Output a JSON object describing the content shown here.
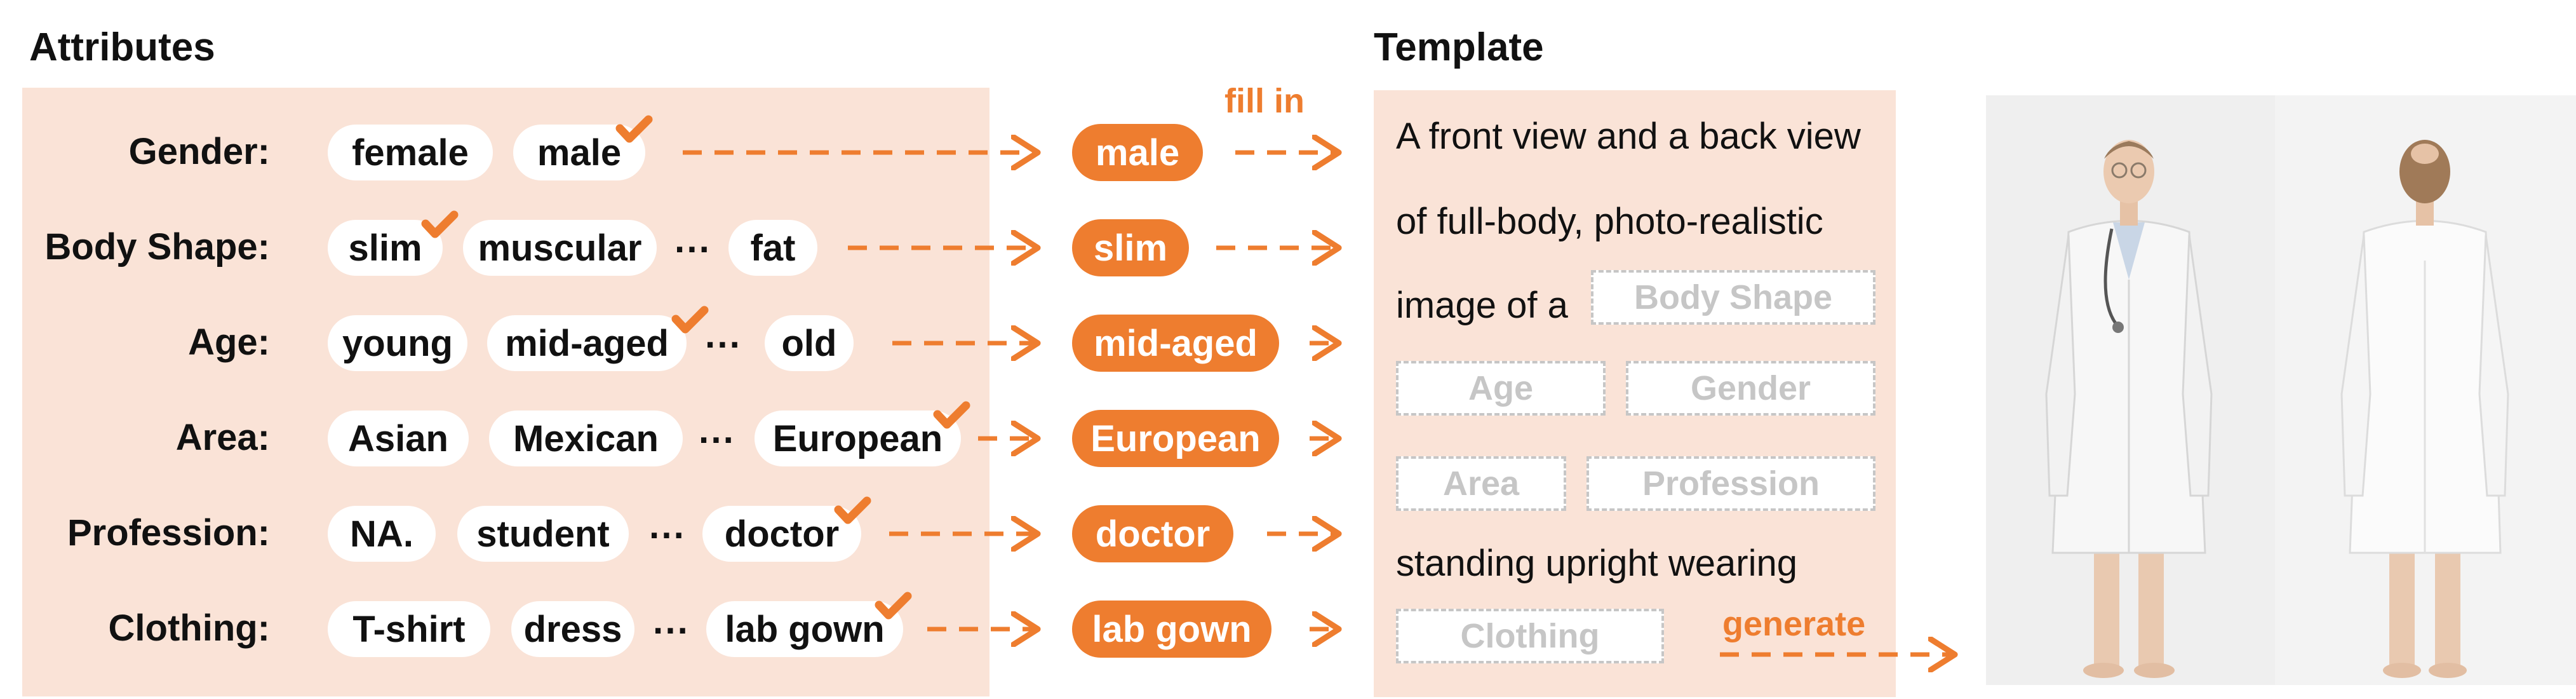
{
  "headings": {
    "attributes": "Attributes",
    "template": "Template"
  },
  "rows": [
    {
      "label": "Gender:",
      "options": [
        "female",
        "male"
      ],
      "selected": "male"
    },
    {
      "label": "Body Shape:",
      "options": [
        "slim",
        "muscular",
        "fat"
      ],
      "ellipsis": "···",
      "selected": "slim"
    },
    {
      "label": "Age:",
      "options": [
        "young",
        "mid-aged",
        "old"
      ],
      "ellipsis": "···",
      "selected": "mid-aged"
    },
    {
      "label": "Area:",
      "options": [
        "Asian",
        "Mexican",
        "European"
      ],
      "ellipsis": "···",
      "selected": "European"
    },
    {
      "label": "Profession:",
      "options": [
        "NA.",
        "student",
        "doctor"
      ],
      "ellipsis": "···",
      "selected": "doctor"
    },
    {
      "label": "Clothing:",
      "options": [
        "T-shirt",
        "dress",
        "lab gown"
      ],
      "ellipsis": "···",
      "selected": "lab gown"
    }
  ],
  "fill_in_label": "fill in",
  "generate_label": "generate",
  "template": {
    "line1": "A front view and a back view",
    "line2": "of full-body, photo-realistic",
    "line3": "image of a",
    "line4": "standing upright wearing",
    "slots": {
      "body_shape": "Body Shape",
      "age": "Age",
      "gender": "Gender",
      "area": "Area",
      "profession": "Profession",
      "clothing": "Clothing"
    }
  },
  "colors": {
    "accent": "#ee7d2f",
    "panel": "#fae3d7",
    "slot_border": "#c6c6c6"
  },
  "images": {
    "front": "doctor-front-view",
    "back": "doctor-back-view"
  }
}
